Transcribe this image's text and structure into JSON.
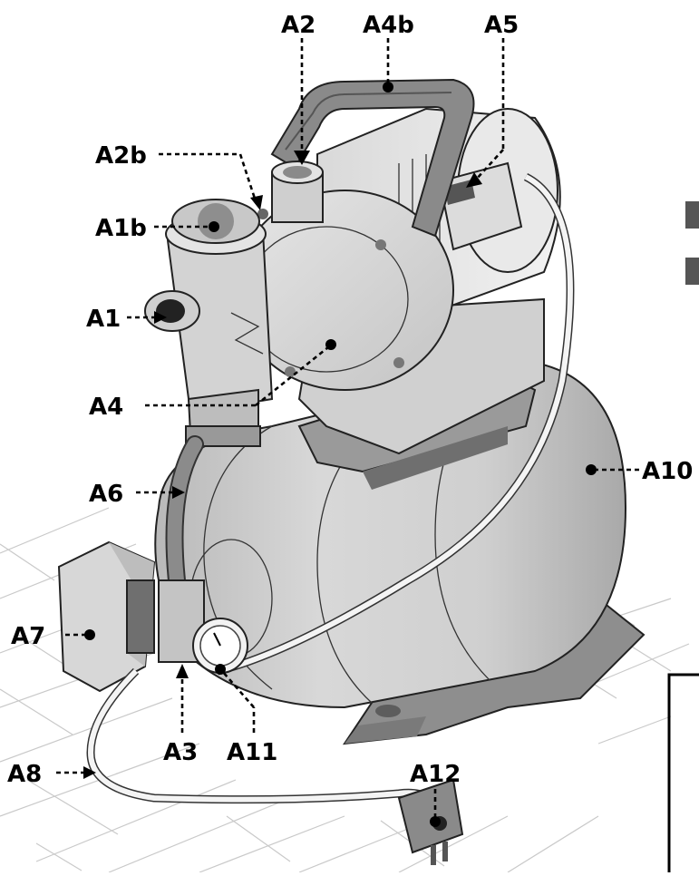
{
  "labels": {
    "A2": "A2",
    "A4b": "A4b",
    "A5": "A5",
    "A2b": "A2b",
    "A1b": "A1b",
    "A1": "A1",
    "A4": "A4",
    "A6": "A6",
    "A10": "A10",
    "A7": "A7",
    "A8": "A8",
    "A3": "A3",
    "A11": "A11",
    "A12": "A12"
  }
}
